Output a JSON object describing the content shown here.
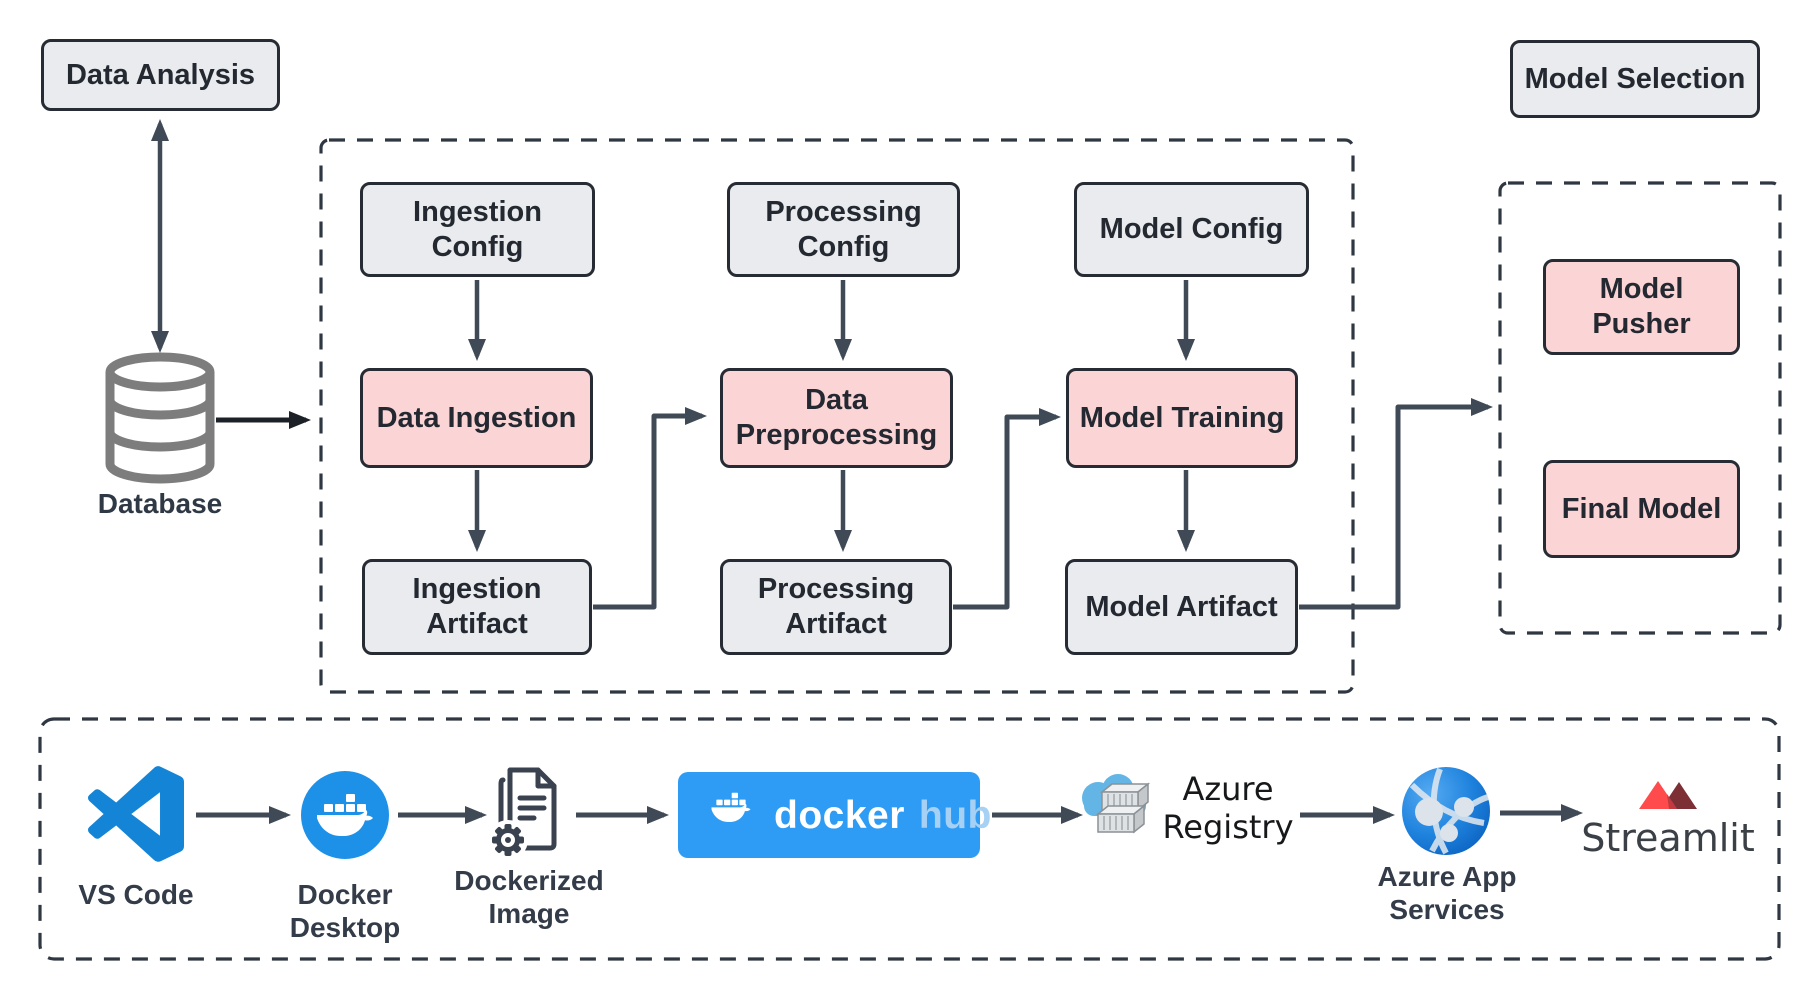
{
  "title_boxes": {
    "data_analysis": "Data Analysis",
    "model_selection": "Model Selection"
  },
  "database": {
    "label": "Database",
    "icon": "database-cylinder-icon"
  },
  "pipeline": {
    "columns": [
      {
        "config": "Ingestion Config",
        "process": "Data Ingestion",
        "artifact": "Ingestion Artifact"
      },
      {
        "config": "Processing Config",
        "process": "Data Preprocessing",
        "artifact": "Processing Artifact"
      },
      {
        "config": "Model Config",
        "process": "Model Training",
        "artifact": "Model Artifact"
      }
    ]
  },
  "deployment": {
    "model_pusher": "Model Pusher",
    "final_model": "Final Model"
  },
  "toolchain": [
    {
      "label": "VS Code",
      "icon": "vscode-icon"
    },
    {
      "label": "Docker Desktop",
      "icon": "docker-desktop-icon"
    },
    {
      "label": "Dockerized Image",
      "icon": "dockerized-image-icon"
    },
    {
      "wordmark_docker": "docker",
      "wordmark_hub": "hub",
      "icon": "docker-hub-whale-icon"
    },
    {
      "label": "Azure Registry",
      "icon": "azure-registry-icon"
    },
    {
      "label": "Azure App Services",
      "icon": "azure-app-services-icon"
    },
    {
      "label": "Streamlit",
      "icon": "streamlit-icon"
    }
  ],
  "colors": {
    "box_grey": "#e9ebee",
    "box_pink": "#fbd5d6",
    "box_border": "#262b34",
    "arrow_slate": "#3f4a56",
    "dashed_border": "#2f3742",
    "docker_blue": "#2e9cf4",
    "dockerhub_hub_text": "#a6d0f4",
    "azure_cloud_blue": "#63b5e5",
    "azure_sphere_blue": "#1779d6",
    "streamlit_red": "#ff4b4b",
    "streamlit_maroon": "#7d2f36",
    "vscode_blue": "#1484d7",
    "database_grey": "#7d7d7d"
  }
}
